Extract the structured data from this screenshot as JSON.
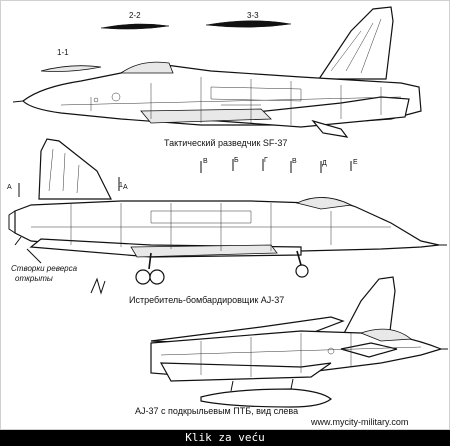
{
  "section_markers": {
    "s1": "1-1",
    "s2": "2-2",
    "s3": "3-3",
    "a": "А",
    "a_right": "А",
    "b": "Б",
    "v": "В",
    "g": "Г",
    "d": "Д",
    "e": "Е",
    "v_top": "В",
    "num_1": "1"
  },
  "captions": {
    "sf37": "Тактический разведчик SF-37",
    "aj37": "Истребитель-бомбардировщик AJ-37",
    "aj37_tank": "AJ-37 с подкрыльевым ПТБ, вид слева",
    "callout_line1": "Створки реверса",
    "callout_line2": "открыты"
  },
  "watermark": "www.mycity-military.com",
  "footer_label": "Klik za veću"
}
